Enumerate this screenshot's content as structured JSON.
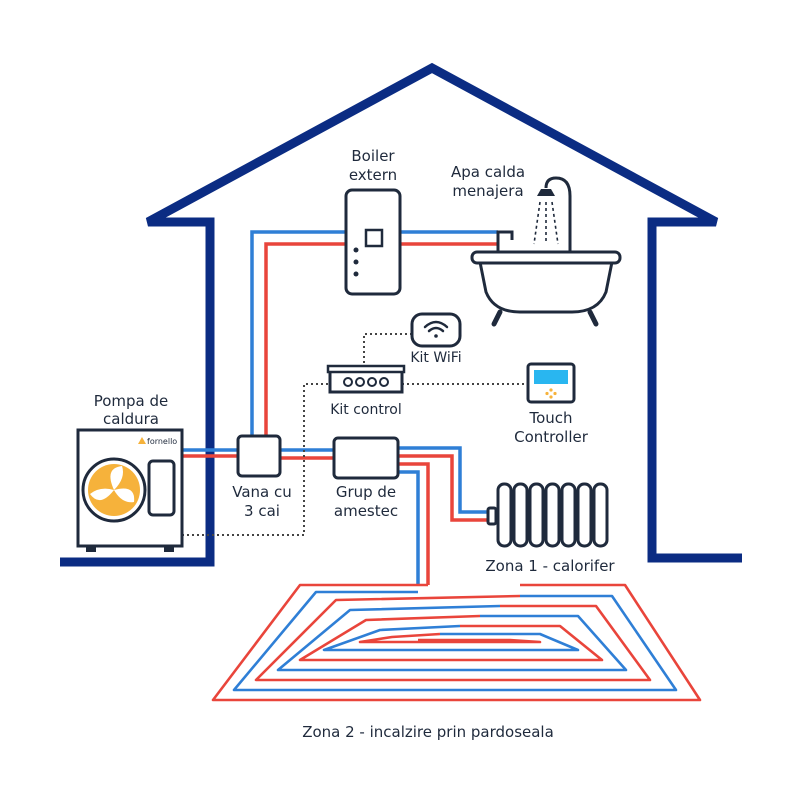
{
  "labels": {
    "boiler_line1": "Boiler",
    "boiler_line2": "extern",
    "hot_water_line1": "Apa calda",
    "hot_water_line2": "menajera",
    "wifi": "Kit WiFi",
    "control": "Kit control",
    "touch_line1": "Touch",
    "touch_line2": "Controller",
    "pump_line1": "Pompa de",
    "pump_line2": "caldura",
    "valve_line1": "Vana cu",
    "valve_line2": "3 cai",
    "mix_line1": "Grup de",
    "mix_line2": "amestec",
    "zone1": "Zona 1 - calorifer",
    "zone2": "Zona 2 - incalzire prin pardoseala"
  },
  "brand": "fornello",
  "colors": {
    "house": "#0b2c83",
    "hot": "#e9453b",
    "cold": "#2f7fd6",
    "outline": "#1f2a3c",
    "fan": "#f6b23b",
    "screen": "#29b6f0"
  }
}
